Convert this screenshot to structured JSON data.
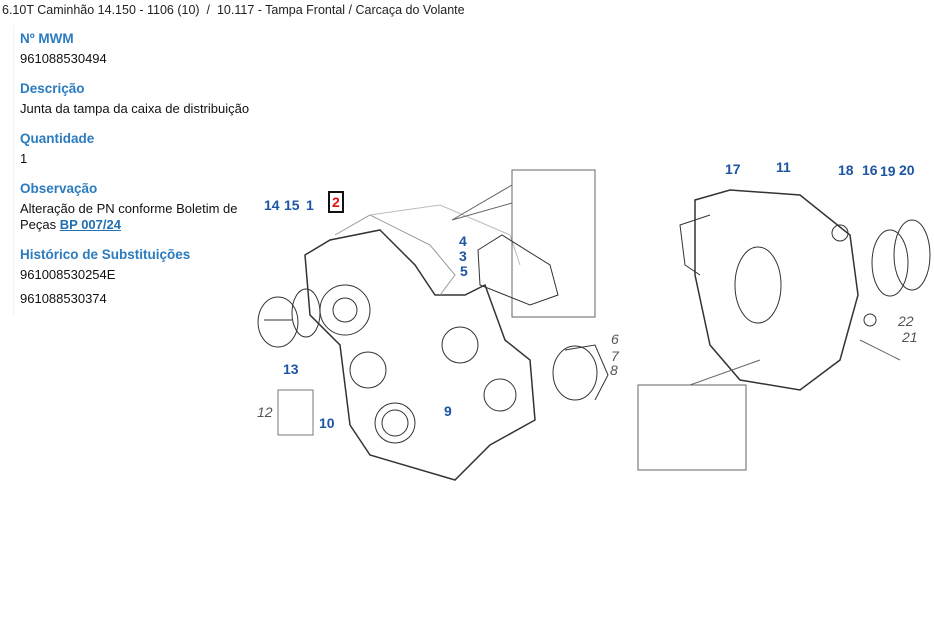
{
  "breadcrumb": {
    "path": "6.10T Caminhão 14.150 - 1106 (10)",
    "separator": "/",
    "current": "10.117 - Tampa Frontal / Carcaça do Volante"
  },
  "details": {
    "mwm_label": "Nº MWM",
    "mwm_value": "961088530494",
    "description_label": "Descrição",
    "description_value": "Junta da tampa da caixa de distribuição",
    "quantity_label": "Quantidade",
    "quantity_value": "1",
    "observation_label": "Observação",
    "observation_text_1": "Alteração de PN conforme Boletim de",
    "observation_text_2": "Peças",
    "observation_link": "BP 007/24",
    "history_label": "Histórico de Substituições",
    "history": [
      "961008530254E",
      "961088530374"
    ]
  },
  "diagram": {
    "selected_callout": "2",
    "callouts": [
      "14",
      "15",
      "1",
      "2",
      "17",
      "11",
      "18",
      "16",
      "19",
      "20",
      "4",
      "3",
      "5",
      "6",
      "7",
      "8",
      "22",
      "21",
      "13",
      "12",
      "10",
      "9"
    ]
  },
  "colors": {
    "heading": "#2a7bbf",
    "callout": "#1d55a3",
    "selected": "#e01010"
  }
}
